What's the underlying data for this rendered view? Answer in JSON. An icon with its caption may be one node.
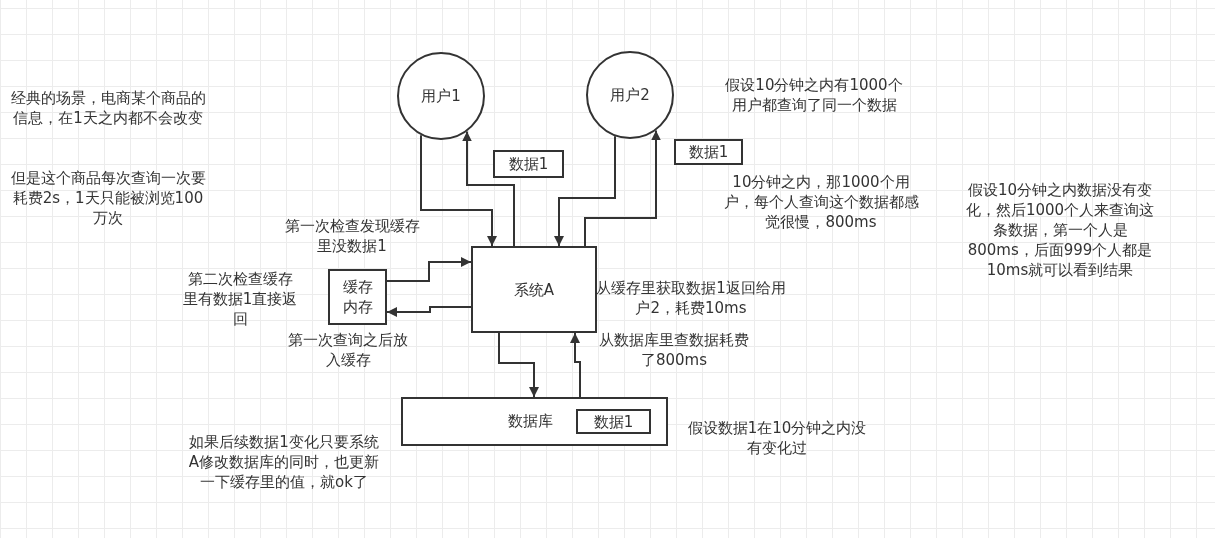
{
  "diagram": {
    "nodes": [
      {
        "text": [
          "用户1"
        ]
      },
      {
        "text": [
          "用户2"
        ]
      },
      {
        "text": [
          "数据1"
        ]
      },
      {
        "text": [
          "数据1"
        ]
      },
      {
        "text": [
          "系统A"
        ]
      },
      {
        "text": [
          "缓存内存"
        ]
      },
      {
        "text": [
          "数据库"
        ]
      },
      {
        "text": [
          "数据1"
        ],
        "in": 6
      }
    ],
    "edges": [
      {
        "from": 0,
        "to": 4,
        "arrow": "to"
      },
      {
        "from": 4,
        "to": 0,
        "arrow": "to"
      },
      {
        "from": 1,
        "to": 4,
        "arrow": "to"
      },
      {
        "from": 4,
        "to": 1,
        "arrow": "to"
      },
      {
        "from": 5,
        "to": 4,
        "arrow": "to"
      },
      {
        "from": 4,
        "to": 5,
        "arrow": "to"
      },
      {
        "from": 4,
        "to": 6,
        "arrow": "to"
      },
      {
        "from": 6,
        "to": 4,
        "arrow": "to"
      }
    ],
    "labels": [
      "经典的场景，电商某个商品的信息，在1天之内都不会改变",
      "但是这个商品每次查询一次要耗费2s，1天只能被浏览100万次",
      "假设10分钟之内有1000个用户都查询了同一个数据",
      "10分钟之内，那1000个用户，每个人查询这个数据都感觉很慢，800ms",
      "第一次检查发现缓存里没数据1",
      "从缓存里获取数据1返回给用户2，耗费10ms",
      "假设10分钟之内数据没有变化，然后1000个人来查询这条数据，第一个人是800ms，后面999个人都是10ms就可以看到结果",
      "第二次检查缓存里有数据1直接返回",
      "第一次查询之后放入缓存",
      "从数据库里查数据耗费了800ms",
      "如果后续数据1变化只要系统A修改数据库的同时，也更新一下缓存里的值，就ok了",
      "假设数据1在10分钟之内没有变化过"
    ]
  }
}
